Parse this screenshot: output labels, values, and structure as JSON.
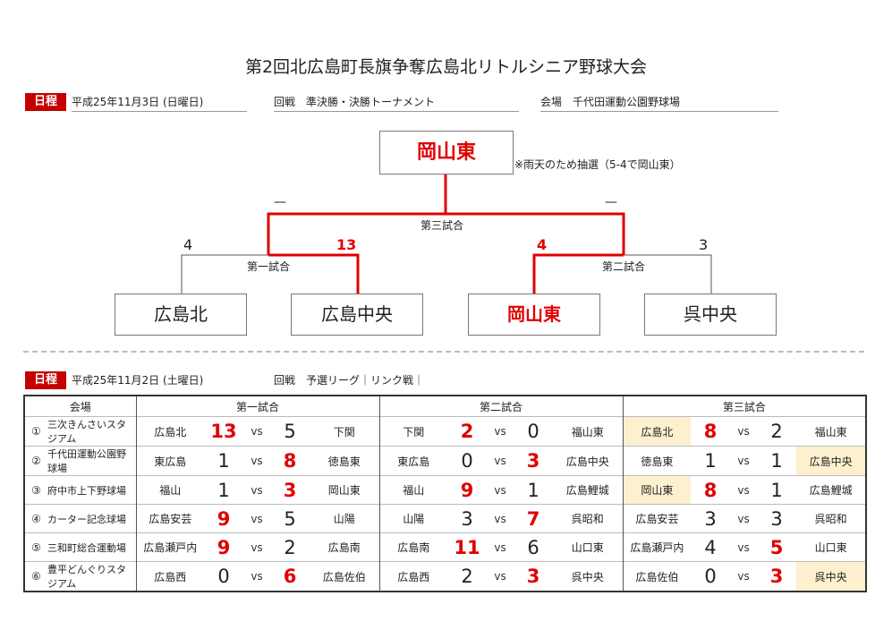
{
  "title": "第2回北広島町長旗争奪広島北リトルシニア野球大会",
  "tournament": {
    "tag": "日程",
    "date": "平成25年11月3日 (日曜日)",
    "round": "回戦　準決勝・決勝トーナメント",
    "venue": "会場　千代田運動公園野球場",
    "winner": "岡山東",
    "note": "※雨天のため抽選（5-4で岡山東）",
    "final_label": "第三試合",
    "final_left_score": "—",
    "final_right_score": "—",
    "semi1_label": "第一試合",
    "semi1_left_score": "4",
    "semi1_right_score": "13",
    "semi2_label": "第二試合",
    "semi2_left_score": "4",
    "semi2_right_score": "3",
    "teams": [
      "広島北",
      "広島中央",
      "岡山東",
      "呉中央"
    ]
  },
  "league": {
    "tag": "日程",
    "date": "平成25年11月2日 (土曜日)",
    "round": "回戦　予選リーグ｜リンク戦｜",
    "header": {
      "venue": "会場",
      "g1": "第一試合",
      "g2": "第二試合",
      "g3": "第三試合"
    },
    "vs": "vs",
    "rows": [
      {
        "no": "①",
        "venue": "三次きんさいスタジアム",
        "g1": {
          "home": "広島北",
          "hs": "13",
          "as": "5",
          "away": "下関"
        },
        "g2": {
          "home": "下関",
          "hs": "2",
          "as": "0",
          "away": "福山東"
        },
        "g3": {
          "home": "広島北",
          "hs": "8",
          "as": "2",
          "away": "福山東"
        }
      },
      {
        "no": "②",
        "venue": "千代田運動公園野球場",
        "g1": {
          "home": "東広島",
          "hs": "1",
          "as": "8",
          "away": "徳島東"
        },
        "g2": {
          "home": "東広島",
          "hs": "0",
          "as": "3",
          "away": "広島中央"
        },
        "g3": {
          "home": "徳島東",
          "hs": "1",
          "as": "1",
          "away": "広島中央"
        }
      },
      {
        "no": "③",
        "venue": "府中市上下野球場",
        "g1": {
          "home": "福山",
          "hs": "1",
          "as": "3",
          "away": "岡山東"
        },
        "g2": {
          "home": "福山",
          "hs": "9",
          "as": "1",
          "away": "広島鯉城"
        },
        "g3": {
          "home": "岡山東",
          "hs": "8",
          "as": "1",
          "away": "広島鯉城"
        }
      },
      {
        "no": "④",
        "venue": "カーター記念球場",
        "g1": {
          "home": "広島安芸",
          "hs": "9",
          "as": "5",
          "away": "山陽"
        },
        "g2": {
          "home": "山陽",
          "hs": "3",
          "as": "7",
          "away": "呉昭和"
        },
        "g3": {
          "home": "広島安芸",
          "hs": "3",
          "as": "3",
          "away": "呉昭和"
        }
      },
      {
        "no": "⑤",
        "venue": "三和町総合運動場",
        "g1": {
          "home": "広島瀬戸内",
          "hs": "9",
          "as": "2",
          "away": "広島南"
        },
        "g2": {
          "home": "広島南",
          "hs": "11",
          "as": "6",
          "away": "山口東"
        },
        "g3": {
          "home": "広島瀬戸内",
          "hs": "4",
          "as": "5",
          "away": "山口東"
        }
      },
      {
        "no": "⑥",
        "venue": "豊平どんぐりスタジアム",
        "g1": {
          "home": "広島西",
          "hs": "0",
          "as": "6",
          "away": "広島佐伯"
        },
        "g2": {
          "home": "広島西",
          "hs": "2",
          "as": "3",
          "away": "呉中央"
        },
        "g3": {
          "home": "広島佐伯",
          "hs": "0",
          "as": "3",
          "away": "呉中央"
        }
      }
    ]
  },
  "colors": {
    "accent": "#e10000",
    "tag": "#c40000",
    "highlight": "#fdf0cf"
  }
}
